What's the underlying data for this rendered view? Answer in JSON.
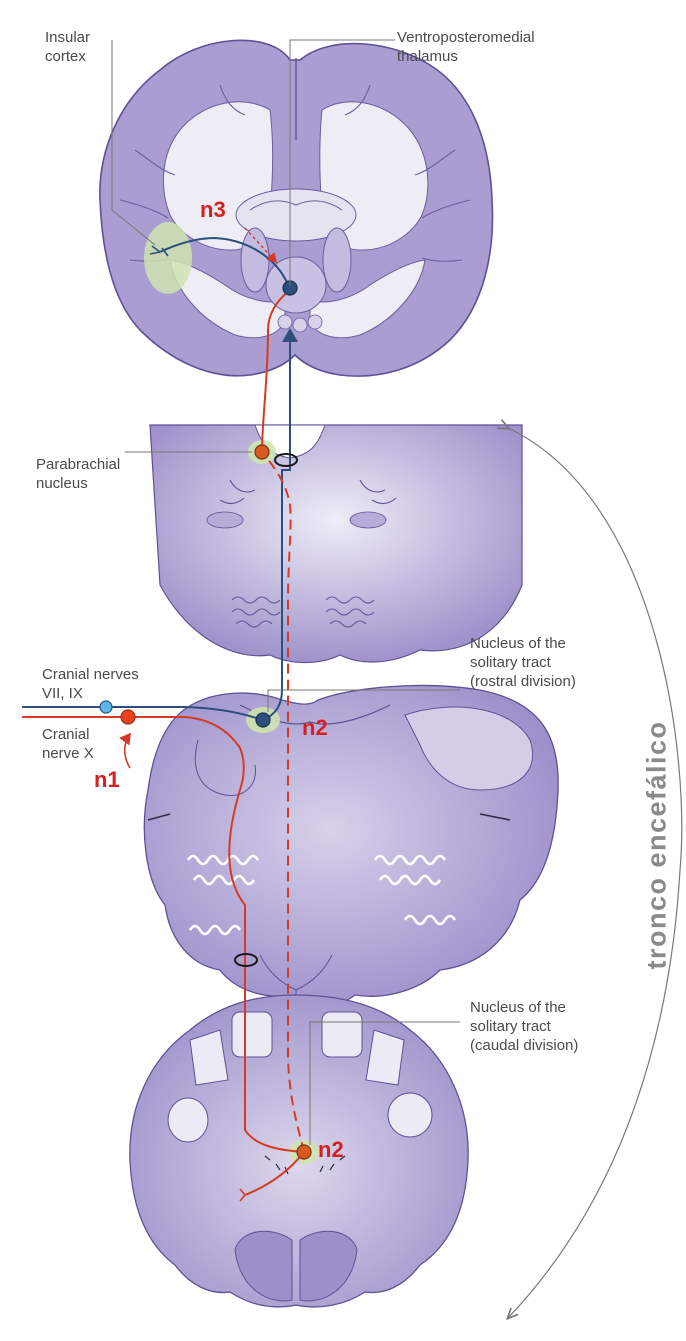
{
  "labels": {
    "insular_cortex": [
      "Insular",
      "cortex"
    ],
    "vpm_thalamus": [
      "Ventroposteromedial",
      "thalamus"
    ],
    "parabrachial": [
      "Parabrachial",
      "nucleus"
    ],
    "cranial_vii_ix": [
      "Cranial nerves",
      "VII, IX"
    ],
    "cranial_x": [
      "Cranial",
      "nerve X"
    ],
    "nts_rostral": [
      "Nucleus of the",
      "solitary tract",
      "(rostral division)"
    ],
    "nts_caudal": [
      "Nucleus of the",
      "solitary tract",
      "(caudal division)"
    ]
  },
  "neuron_labels": {
    "n1": "n1",
    "n2_rostral": "n2",
    "n2_caudal": "n2",
    "n3": "n3"
  },
  "side_label": "tronco encefálico",
  "colors": {
    "tissue": "#a79bcf",
    "tissue_dark": "#8f80c0",
    "white_matter": "#ecebf5",
    "outline": "#5e5196",
    "red_pathway": "#d63a26",
    "blue_pathway": "#2c4f7c",
    "highlight": "#cfe3b0",
    "label_red": "#d42020",
    "side_label": "#8a8a8a"
  }
}
